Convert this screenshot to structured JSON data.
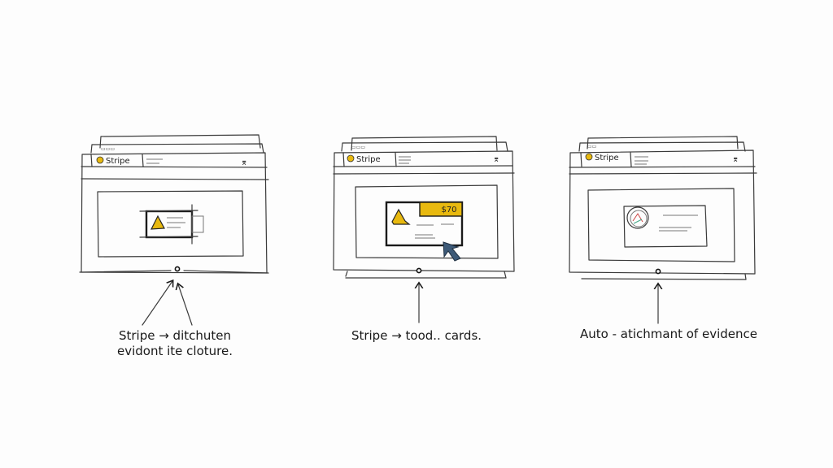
{
  "panels": [
    {
      "tab_label": "Stripe",
      "caption_line1": "Stripe → ditchuten",
      "caption_line2": "evidont ite cloture."
    },
    {
      "tab_label": "Stripe",
      "card_price": "$70",
      "caption_line1": "Stripe → tood.. cards."
    },
    {
      "tab_label": "Stripe",
      "caption_line1": "Auto - atichmant of evidence"
    }
  ],
  "colors": {
    "accent": "#e8b90f",
    "cursor": "#3d5a78",
    "ink": "#2a2a2a"
  },
  "icons": [
    "stripe-logo-icon",
    "cursor-arrow-icon",
    "evidence-seal-icon",
    "pin-icon"
  ]
}
